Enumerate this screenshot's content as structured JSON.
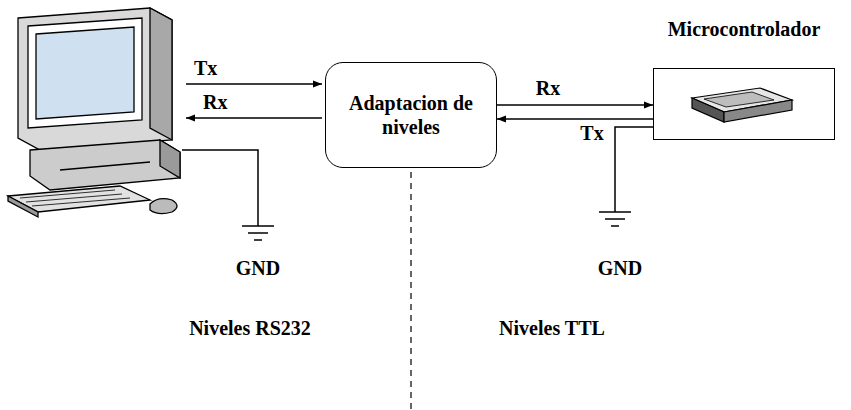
{
  "diagram": {
    "nodes": [
      {
        "text": [
          "Adaptacion de niveles"
        ]
      },
      {
        "text": [
          "Microcontrolador"
        ]
      }
    ],
    "edges": [
      {
        "from": 0,
        "to": 1,
        "label": "Rx",
        "arrow": "to"
      },
      {
        "from": 1,
        "to": 0,
        "label": "Tx",
        "arrow": "to"
      }
    ],
    "labels": [
      "Tx",
      "Rx",
      "GND",
      "GND",
      "Niveles RS232",
      "Niveles TTL"
    ]
  }
}
